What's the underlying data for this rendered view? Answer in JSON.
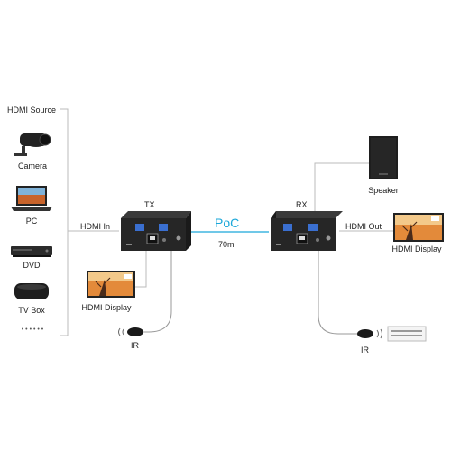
{
  "source_panel": {
    "title": "HDMI Source",
    "items": [
      {
        "label": "Camera",
        "icon": "camera-icon"
      },
      {
        "label": "PC",
        "icon": "laptop-icon"
      },
      {
        "label": "DVD",
        "icon": "dvd-player-icon"
      },
      {
        "label": "TV Box",
        "icon": "tv-box-icon"
      }
    ],
    "more": "• • • • • •"
  },
  "tx": {
    "label": "TX",
    "input_label": "HDMI In",
    "local_display_label": "HDMI Display",
    "ir_label": "IR"
  },
  "link": {
    "type_label": "PoC",
    "distance_label": "70m",
    "accent_color": "#1aa7d9"
  },
  "rx": {
    "label": "RX",
    "output_label": "HDMI Out",
    "display_label": "HDMI Display",
    "speaker_label": "Speaker",
    "ir_label": "IR"
  }
}
